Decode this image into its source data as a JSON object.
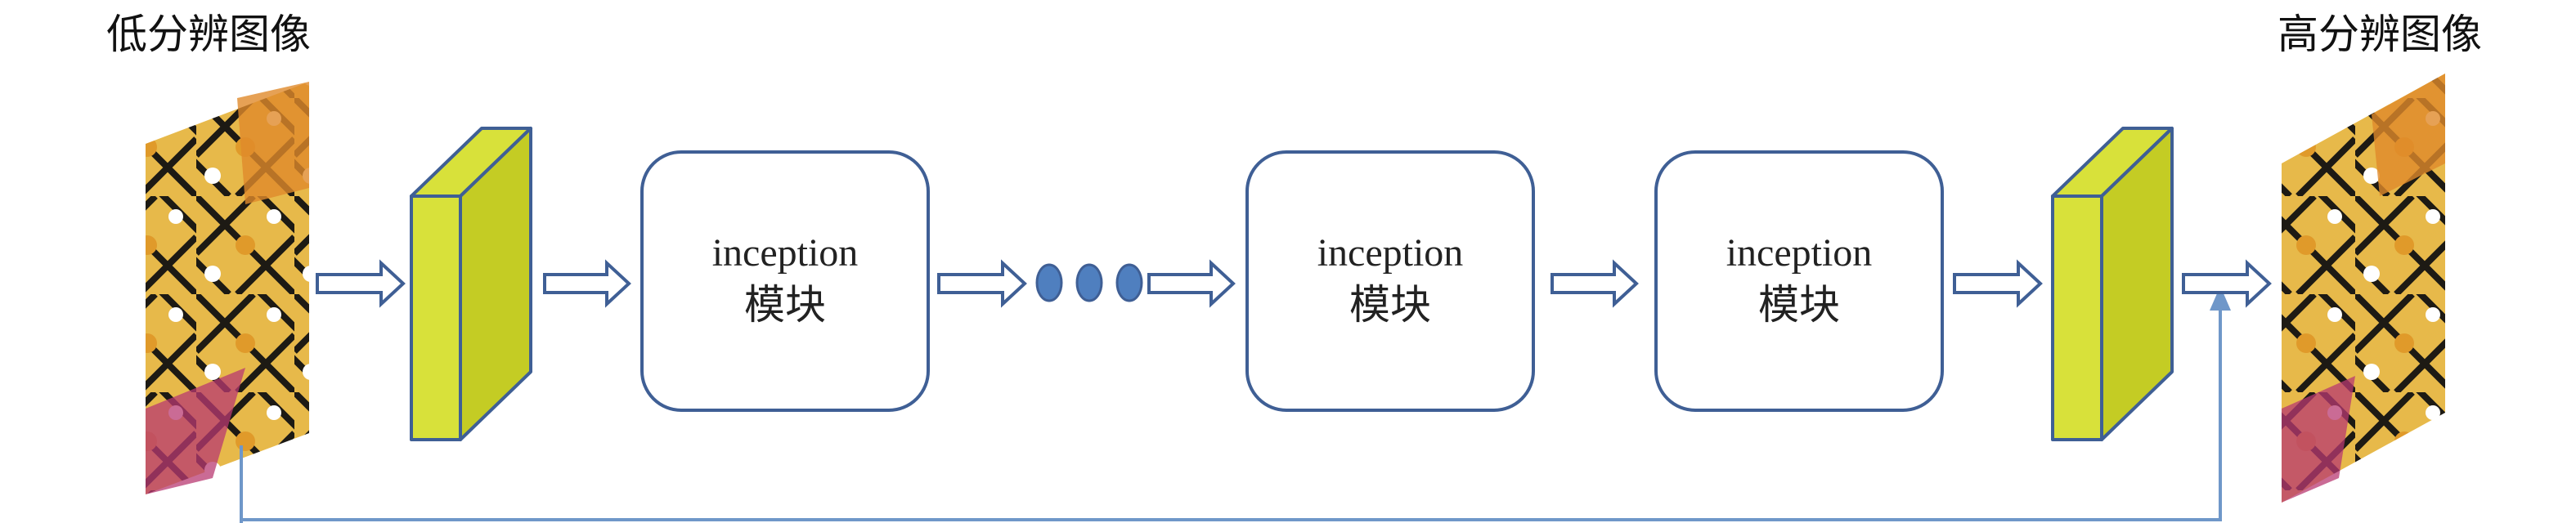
{
  "labels": {
    "low_res": "低分辨图像",
    "high_res": "高分辨图像"
  },
  "modules": [
    {
      "title": "inception",
      "subtitle": "模块"
    },
    {
      "title": "inception",
      "subtitle": "模块"
    },
    {
      "title": "inception",
      "subtitle": "模块"
    }
  ],
  "colors": {
    "stroke": "#3f5f95",
    "block_face": "#d8e13a",
    "dots": "#4f7fbf",
    "skip_line": "#6f97c9"
  },
  "icons": {
    "arrow": "hollow-right-arrow",
    "ellipsis": "three-blue-dots"
  }
}
